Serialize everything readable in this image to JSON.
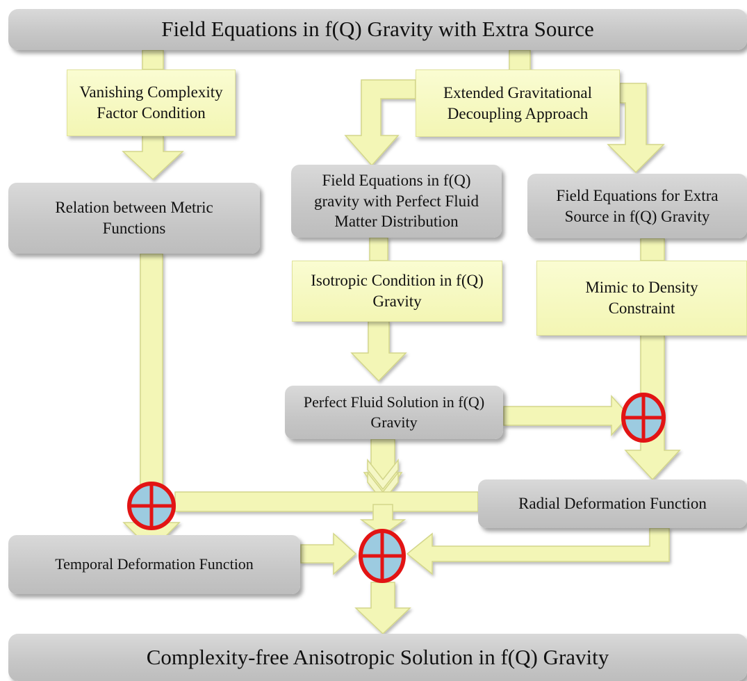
{
  "title": "Field Equations in f(Q) Gravity with Extra Source",
  "boxes": {
    "vanishing": "Vanishing Complexity Factor Condition",
    "egd": "Extended Gravitational Decoupling Approach",
    "relation": "Relation between Metric Functions",
    "fe_perfect": "Field Equations in f(Q) gravity with Perfect Fluid Matter Distribution",
    "fe_extra": "Field Equations for Extra Source in f(Q) Gravity",
    "isotropic": "Isotropic Condition in f(Q) Gravity",
    "mimic": "Mimic to Density Constraint",
    "perfect_solution": "Perfect Fluid Solution in f(Q) Gravity",
    "radial": "Radial Deformation Function",
    "temporal": "Temporal Deformation Function"
  },
  "result": "Complexity-free Anisotropic Solution in f(Q) Gravity",
  "colors": {
    "grey_box": "#c8c8c8",
    "yellow_box": "#f6f8bf",
    "arrow_fill": "#f3f6b6",
    "arrow_stroke": "#d7da8a",
    "plus_fill": "#9ccbe0",
    "plus_stroke": "#e21414"
  },
  "icons": {
    "combine": "circle-plus-icon",
    "arrow": "arrow-icon"
  }
}
